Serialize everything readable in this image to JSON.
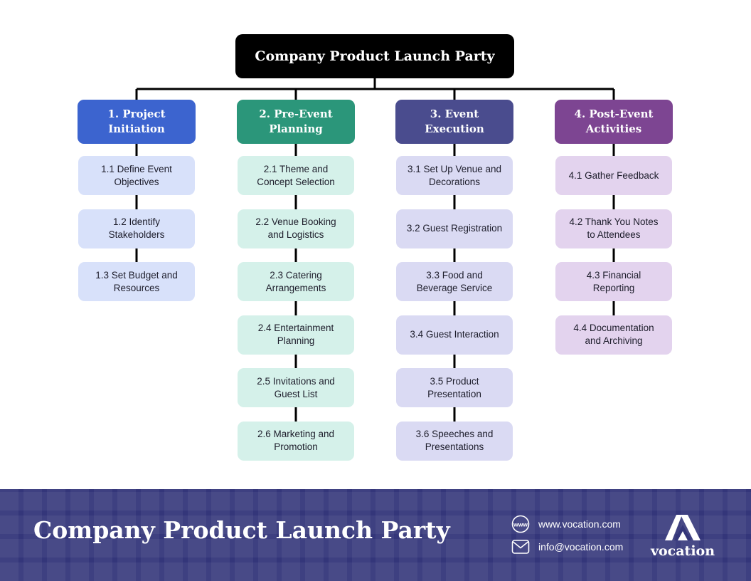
{
  "root": {
    "label": "Company Product Launch Party"
  },
  "branches": [
    {
      "label": "1. Project Initiation",
      "color": "#3c64cf",
      "task_color": "#d8e1fa",
      "tasks": [
        "1.1 Define Event Objectives",
        "1.2 Identify Stakeholders",
        "1.3 Set Budget and Resources"
      ]
    },
    {
      "label": "2. Pre-Event Planning",
      "color": "#2b967a",
      "task_color": "#d5f1ea",
      "tasks": [
        "2.1 Theme and Concept Selection",
        "2.2 Venue Booking and Logistics",
        "2.3 Catering Arrangements",
        "2.4 Entertainment Planning",
        "2.5 Invitations and Guest List",
        "2.6 Marketing and Promotion"
      ]
    },
    {
      "label": "3. Event Execution",
      "color": "#4a4c8e",
      "task_color": "#dadaf3",
      "tasks": [
        "3.1 Set Up Venue and Decorations",
        "3.2 Guest Registration",
        "3.3 Food and Beverage Service",
        "3.4 Guest Interaction",
        "3.5 Product Presentation",
        "3.6 Speeches and Presentations"
      ]
    },
    {
      "label": "4. Post-Event Activities",
      "color": "#7d4592",
      "task_color": "#e3d3ee",
      "tasks": [
        "4.1 Gather Feedback",
        "4.2 Thank You Notes to Attendees",
        "4.3 Financial Reporting",
        "4.4 Documentation and Archiving"
      ]
    }
  ],
  "footer": {
    "title": "Company Product Launch Party",
    "website": "www.vocation.com",
    "email": "info@vocation.com",
    "website_icon": "globe-www-icon",
    "email_icon": "envelope-icon",
    "logo_text": "vocation"
  }
}
